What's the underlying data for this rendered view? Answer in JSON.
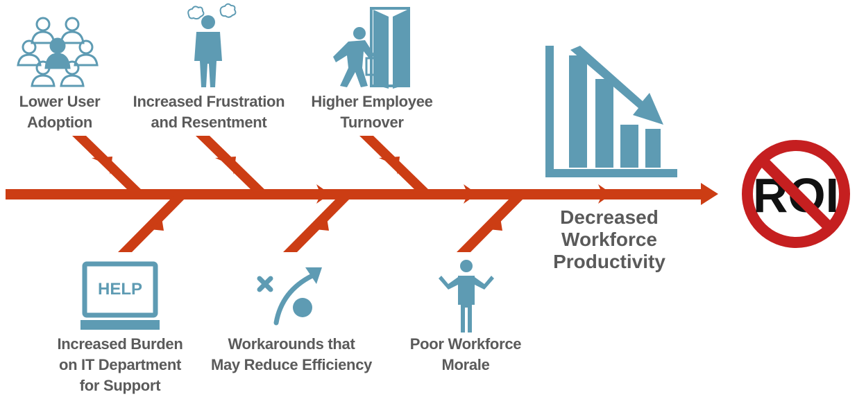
{
  "colors": {
    "arrow": "#cc3d14",
    "icon": "#5e9bb3",
    "text": "#5a5a5a",
    "no_sign": "#c51f20"
  },
  "causes_top": [
    {
      "icon": "team-group-icon",
      "lines": [
        "Lower User",
        "Adoption"
      ]
    },
    {
      "icon": "frustrated-person-icon",
      "lines": [
        "Increased Frustration",
        "and Resentment"
      ]
    },
    {
      "icon": "person-leaving-door-icon",
      "lines": [
        "Higher Employee",
        "Turnover"
      ]
    }
  ],
  "causes_bottom": [
    {
      "icon": "help-laptop-icon",
      "icon_text": "HELP",
      "lines": [
        "Increased Burden",
        "on IT Department",
        "for Support"
      ]
    },
    {
      "icon": "strategy-play-icon",
      "lines": [
        "Workarounds that",
        "May Reduce Efficiency"
      ]
    },
    {
      "icon": "shrugging-person-icon",
      "lines": [
        "Poor Workforce",
        "Morale"
      ]
    }
  ],
  "outcome": {
    "icon": "declining-bar-chart-icon",
    "lines": [
      "Decreased",
      "Workforce",
      "Productivity"
    ]
  },
  "result": {
    "icon": "no-roi-icon",
    "text": "ROI"
  }
}
